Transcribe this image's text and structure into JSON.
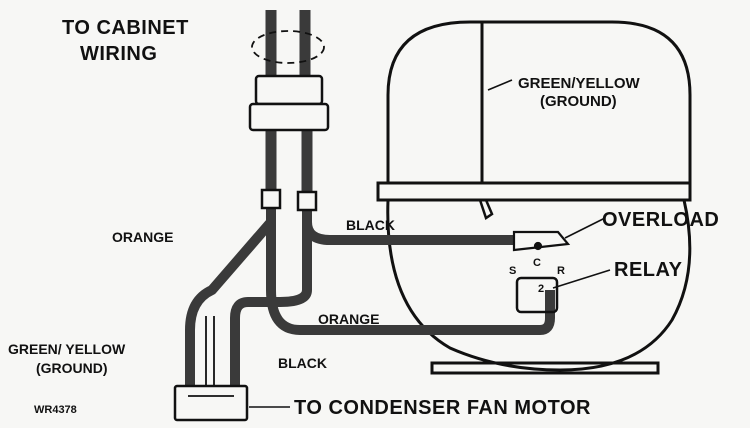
{
  "labels": {
    "to_cabinet_wiring_line1": "TO CABINET",
    "to_cabinet_wiring_line2": "WIRING",
    "green_yellow_top_line1": "GREEN/YELLOW",
    "green_yellow_top_line2": "(GROUND)",
    "black_top": "BLACK",
    "overload": "OVERLOAD",
    "relay": "RELAY",
    "orange_left": "ORANGE",
    "orange_bottom": "ORANGE",
    "green_yellow_left_line1": "GREEN/ YELLOW",
    "green_yellow_left_line2": "(GROUND)",
    "black_bottom": "BLACK",
    "to_condenser_fan_motor": "TO CONDENSER FAN MOTOR",
    "part_number": "WR4378",
    "terminal_s": "S",
    "terminal_c": "C",
    "terminal_r": "R",
    "relay_pin": "2"
  },
  "colors": {
    "wire": "#3a3a3a",
    "line": "#111111",
    "background": "#f7f7f5"
  }
}
